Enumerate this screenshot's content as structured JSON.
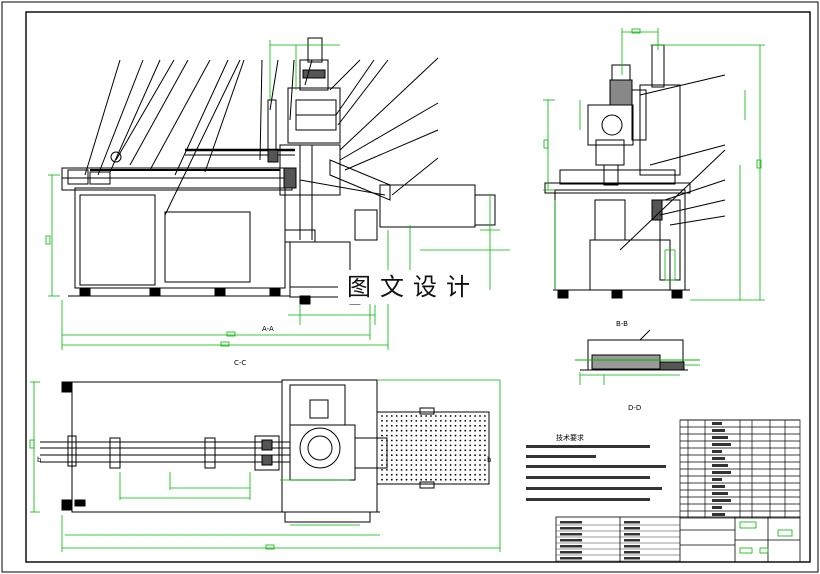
{
  "drawing": {
    "watermark_text": "图文设计",
    "view_labels": {
      "front_view": "A-A",
      "side_view": "B-B",
      "top_view": "C-C",
      "detail_view": "D-D"
    },
    "tech_requirements_title": "技术要求",
    "section_marks": [
      "b",
      "b"
    ]
  },
  "colors": {
    "line": "#000000",
    "dimension": "#00b400",
    "hatch": "#333333",
    "background": "#ffffff"
  }
}
